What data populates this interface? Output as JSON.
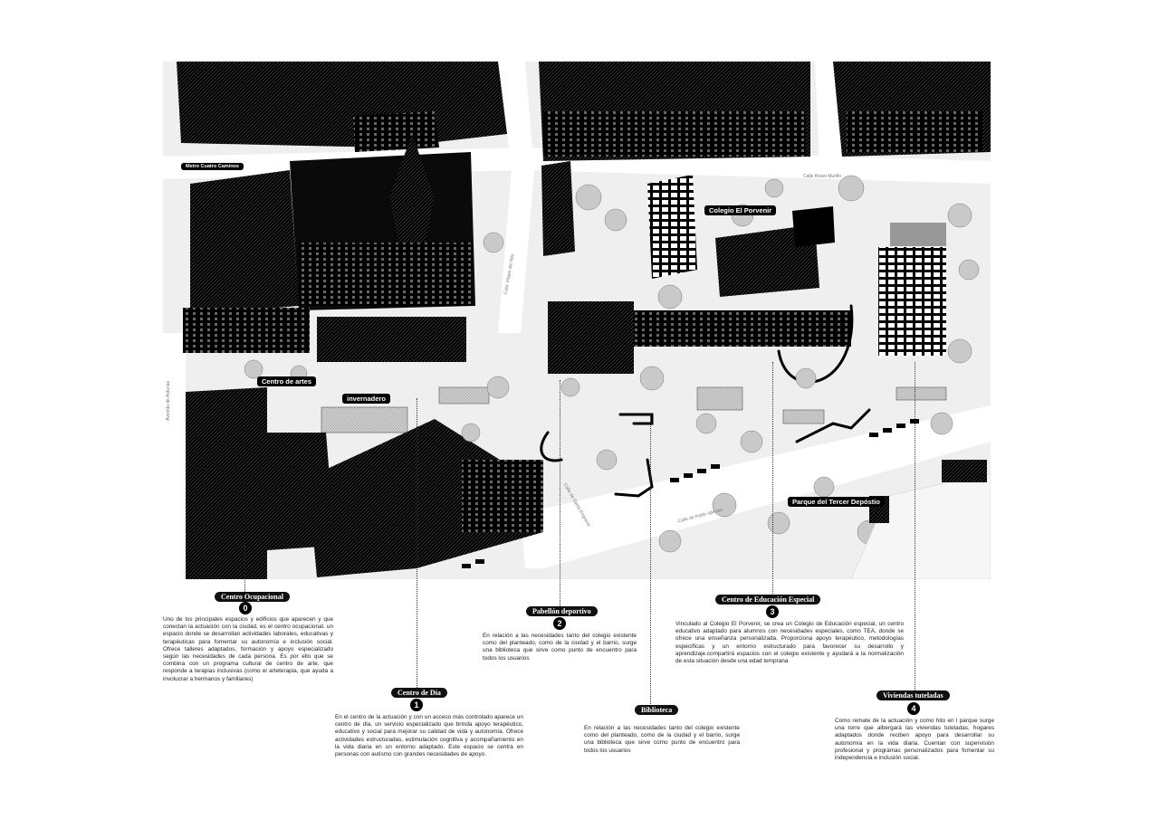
{
  "plan_labels": {
    "metro": "Metro Cuatro Caminos",
    "colegio": "Colegio El Porvenir",
    "centro_artes": "Centro de artes",
    "invernadero": "invernadero",
    "parque": "Parque del Tercer Depóstio"
  },
  "streets": {
    "calle_top": "Calle Bravo Murillo",
    "calle_vertical": "Calle Virgen del Nilo",
    "avenida_left": "Avenida de Asturias",
    "calle_pablo": "Calle de Pablo Iglesias",
    "calle_small": "Calle de Santa Engracia"
  },
  "programs": [
    {
      "number": "0",
      "title": "Centro Ocupacional",
      "text": "Uno de los principales espacios y edificios que aparecen y que conectan la actuación con la ciudad, es el centro ocupacional. un espacio donde se desarrollan actividades laborales, educativas y terapéuticas para fomentar su autonomía e inclusión social. Ofrece talleres adaptados, formación y apoyo especializado según las necesidades de cada persona. Es por ello que se combina con un programa cultural de centro de arte, que responde a terapias inclusivas (como el arteterapia, que ayuda a involucrar a hermanos y familiares)"
    },
    {
      "number": "1",
      "title": "Centro de Día",
      "text": "En el centro de la actuación y con un acceso más controlado aparece un centro de día, un servicio especializado que brinda apoyo terapéutico, educativo y social para mejorar su calidad de vida y autonomía. Ofrece actividades estructuradas, estimulación cognitiva y acompañamiento en la vida diaria en un entorno adaptado. Este espacio se centra en personas con autismo con grandes necesidades de apoyo."
    },
    {
      "number": "2",
      "title": "Pabellón deportivo",
      "text": "En relación a las necesidades tanto del colegio existente como del planteado, como de la ciudad y el barrio, surge una biblioteca que sirve como punto de encuentro para todos los usuarios"
    },
    {
      "number": "",
      "title": "Biblioteca",
      "text": "En relación a las necesidades tanto del colegio existente como del planteado, como de la ciudad y el barrio, surge una biblioteca que sirve como punto de encuentro para todos los usuarios"
    },
    {
      "number": "3",
      "title": "Centro de Educación Especial",
      "text": "Vinculado al Colegio El Porvenir, se crea un Colegio de Educación especial, un centro educativo adaptado para alumnos con necesidades especiales, como TEA, donde se ofrece una enseñanza personalizada. Proporciona apoyo terapéutico, metodologías específicas y un entorno estructurado para favorecer su desarrollo y aprendizaje.compartirá espacios con el colegio existente y ayudará a la normalización de esta situación desde una edad temprana"
    },
    {
      "number": "4",
      "title": "Viviendas tuteladas",
      "text": "Como remate de la actuación y como hito en l parque surge una torre que albergará las viviendas tuteladas, hogares adaptados donde reciben apoyo para desarrollar su autonomía en la vida diaria. Cuentan con supervisión profesional y programas personalizados para fomentar su independencia e inclusión social."
    }
  ],
  "colors": {
    "ink": "#000000",
    "paper": "#ffffff",
    "ground": "#e9e9e9",
    "tree": "#bdbdbd"
  }
}
